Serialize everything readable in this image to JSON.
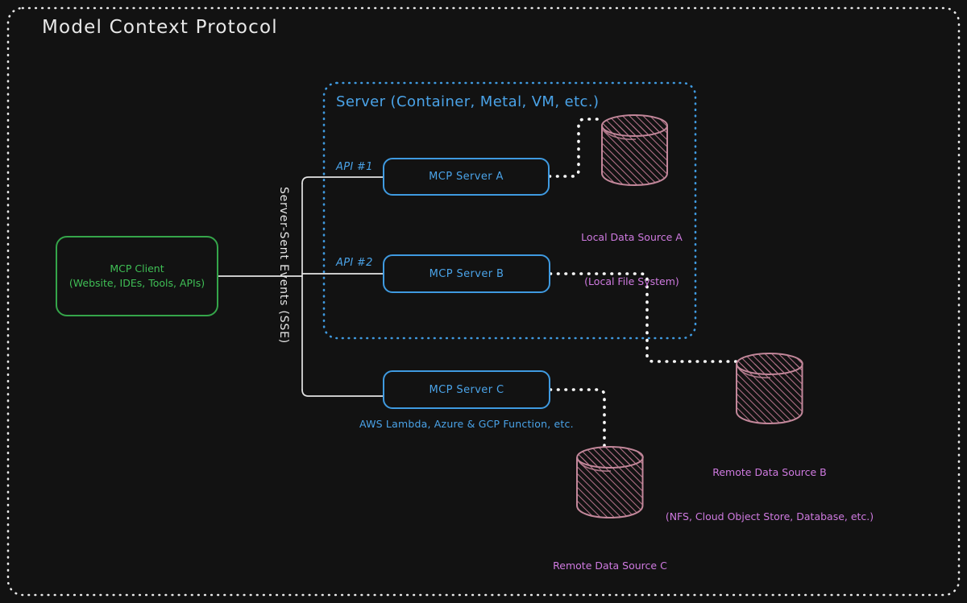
{
  "diagram": {
    "title": "Model Context Protocol",
    "background_color": "#121212",
    "frame_border_color": "#e8e8e8"
  },
  "client": {
    "name": "MCP Client",
    "line1": "MCP Client",
    "line2": "(Website, IDEs, Tools, APIs)",
    "color": "#3fbf55"
  },
  "transport": {
    "label": "Server-Sent Events (SSE)",
    "color": "#e4e4e4"
  },
  "server_container": {
    "title": "Server (Container, Metal, VM, etc.)",
    "border_color": "#3f9ae0",
    "border_style": "dotted"
  },
  "api_labels": {
    "api1": "API #1",
    "api2": "API #2",
    "color": "#4aa3e8"
  },
  "nodes": {
    "server_a": "MCP Server A",
    "server_b": "MCP Server B",
    "server_c": "MCP Server C",
    "server_c_note": "AWS Lambda, Azure & GCP Function, etc.",
    "border_color": "#3f9ae0",
    "text_color": "#4aa3e8"
  },
  "data_sources": {
    "color": "#cf7ae0",
    "cylinder_stroke": "#c08093",
    "items": [
      {
        "id": "local-a",
        "line1": "Local Data Source A",
        "line2": "(Local File System)"
      },
      {
        "id": "remote-b",
        "line1": "Remote Data Source B",
        "line2": "(NFS, Cloud Object Store, Database, etc.)"
      },
      {
        "id": "remote-c",
        "line1": "Remote Data Source C",
        "line2": ""
      }
    ]
  },
  "connections": {
    "solid_color": "#e4e4e4",
    "dotted_color": "#ffffff"
  }
}
